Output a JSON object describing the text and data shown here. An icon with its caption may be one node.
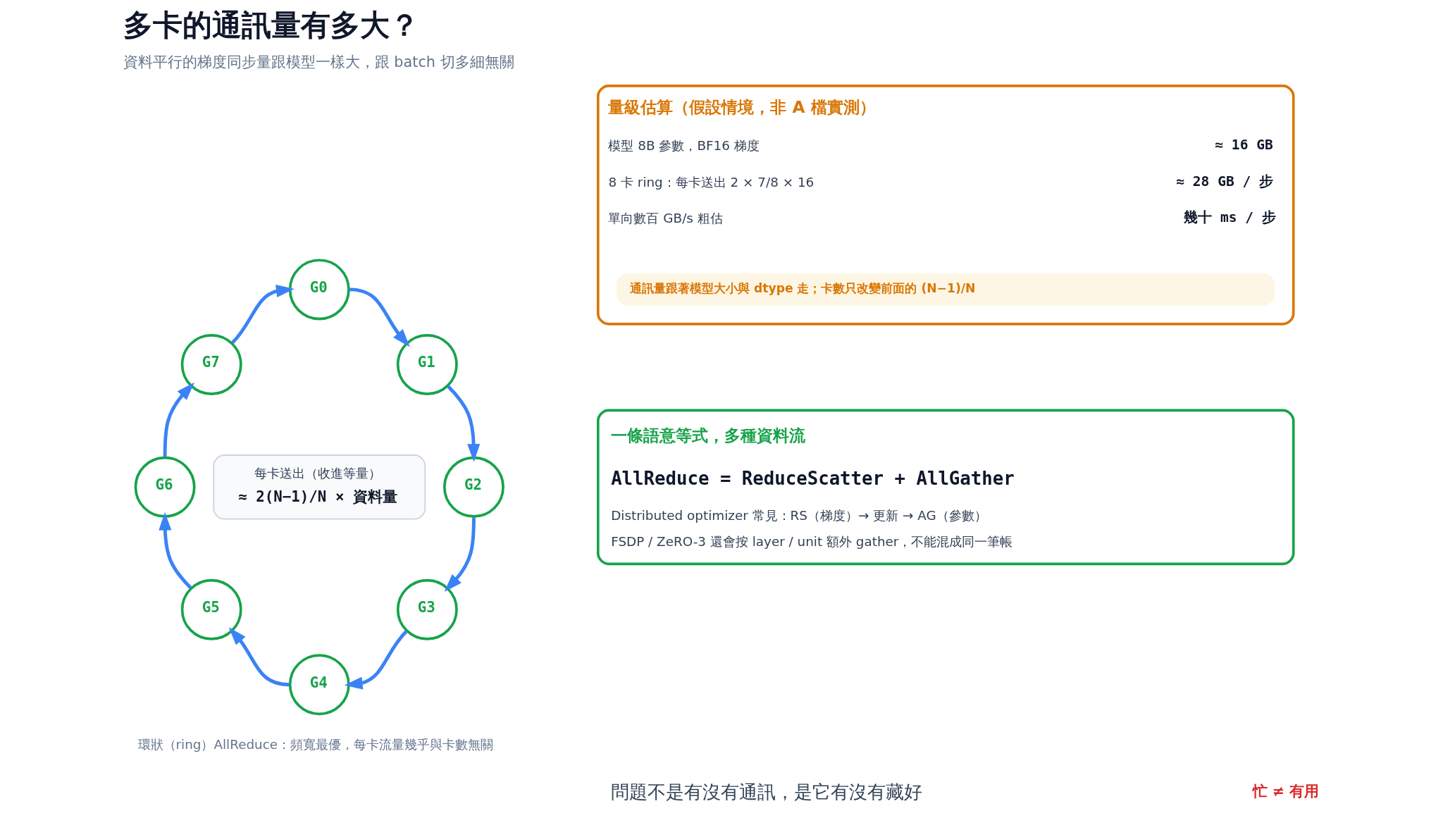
{
  "diagram": {
    "title": "多卡的通訊量有多大？",
    "caption": "問題不是有沒有通訊，是它有沒有藏好",
    "nodes": [
      {
        "text": [
          "G0"
        ]
      },
      {
        "text": [
          "G1"
        ]
      },
      {
        "text": [
          "G2"
        ]
      },
      {
        "text": [
          "G3"
        ]
      },
      {
        "text": [
          "G4"
        ]
      },
      {
        "text": [
          "G5"
        ]
      },
      {
        "text": [
          "G6"
        ]
      },
      {
        "text": [
          "G7"
        ]
      },
      {
        "text": [
          "每卡送出（收進等量）",
          "≈ 2(N−1)/N × 資料量"
        ]
      },
      {
        "text": [
          "量級估算（假設情境，非 A 檔實測）",
          "模型 8B 參數，BF16 梯度",
          "≈ 16 GB",
          "8 卡 ring：每卡送出 2 × 7/8 × 16",
          "≈ 28 GB / 步",
          "單向數百 GB/s 粗估",
          "幾十 ms / 步"
        ]
      },
      {
        "text": [
          "通訊量跟著模型大小與 dtype 走；卡數只改變前面的 (N−1)/N"
        ],
        "in": 9
      },
      {
        "text": [
          "一條語意等式，多種資料流",
          "AllReduce = ReduceScatter + AllGather",
          "Distributed optimizer 常見：RS（梯度）→ 更新 → AG（參數）",
          "FSDP / ZeRO-3 還會按 layer / unit 額外 gather，不能混成同一筆帳"
        ]
      }
    ],
    "edges": [
      {
        "from": 0,
        "to": 1,
        "arrow": "to"
      },
      {
        "from": 1,
        "to": 2,
        "arrow": "to"
      },
      {
        "from": 2,
        "to": 3,
        "arrow": "to"
      },
      {
        "from": 3,
        "to": 4,
        "arrow": "to"
      },
      {
        "from": 4,
        "to": 5,
        "arrow": "to"
      },
      {
        "from": 5,
        "to": 6,
        "arrow": "to"
      },
      {
        "from": 6,
        "to": 7,
        "arrow": "to"
      },
      {
        "from": 7,
        "to": 0,
        "arrow": "to"
      }
    ],
    "labels": [
      "資料平行的梯度同步量跟模型一樣大，跟 batch 切多細無關",
      "環狀（ring）AllReduce：頻寬最優，每卡流量幾乎與卡數無關",
      "忙 ≠ 有用"
    ]
  }
}
